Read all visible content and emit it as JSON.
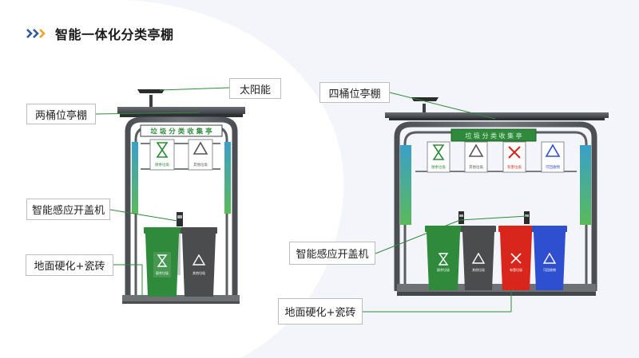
{
  "title": "智能一体化分类亭棚",
  "colors": {
    "accent_arrow": "#2e5a9c",
    "accent_arrow_light": "#f0a229",
    "frame": "#5e6266",
    "frame_dark": "#3c3f42",
    "sign_green": "#2f8a3c",
    "bin_green": "#2f8a3c",
    "bin_gray": "#4a4c4e",
    "bin_red": "#d9261c",
    "bin_blue": "#2e4fd0"
  },
  "labels": {
    "solar": "太阳能",
    "two_bin_kiosk": "两桶位亭棚",
    "sensor_lid_left": "智能感应开盖机",
    "ground_left": "地面硬化+瓷砖",
    "four_bin_kiosk": "四桶位亭棚",
    "sensor_lid_right": "智能感应开盖机",
    "ground_right": "地面硬化+瓷砖"
  },
  "kiosk_left": {
    "sign": "垃 圾 分 类 收 集 亭",
    "panels": [
      "厨余垃圾",
      "其他垃圾"
    ],
    "bins": [
      "厨余垃圾",
      "其他垃圾"
    ]
  },
  "kiosk_right": {
    "sign": "垃 圾 分 类 收 集 亭",
    "panels": [
      "厨余垃圾",
      "其他垃圾",
      "有害垃圾",
      "可回收物"
    ],
    "bins": [
      "厨余垃圾",
      "其他垃圾",
      "有害垃圾",
      "可回收物"
    ]
  }
}
